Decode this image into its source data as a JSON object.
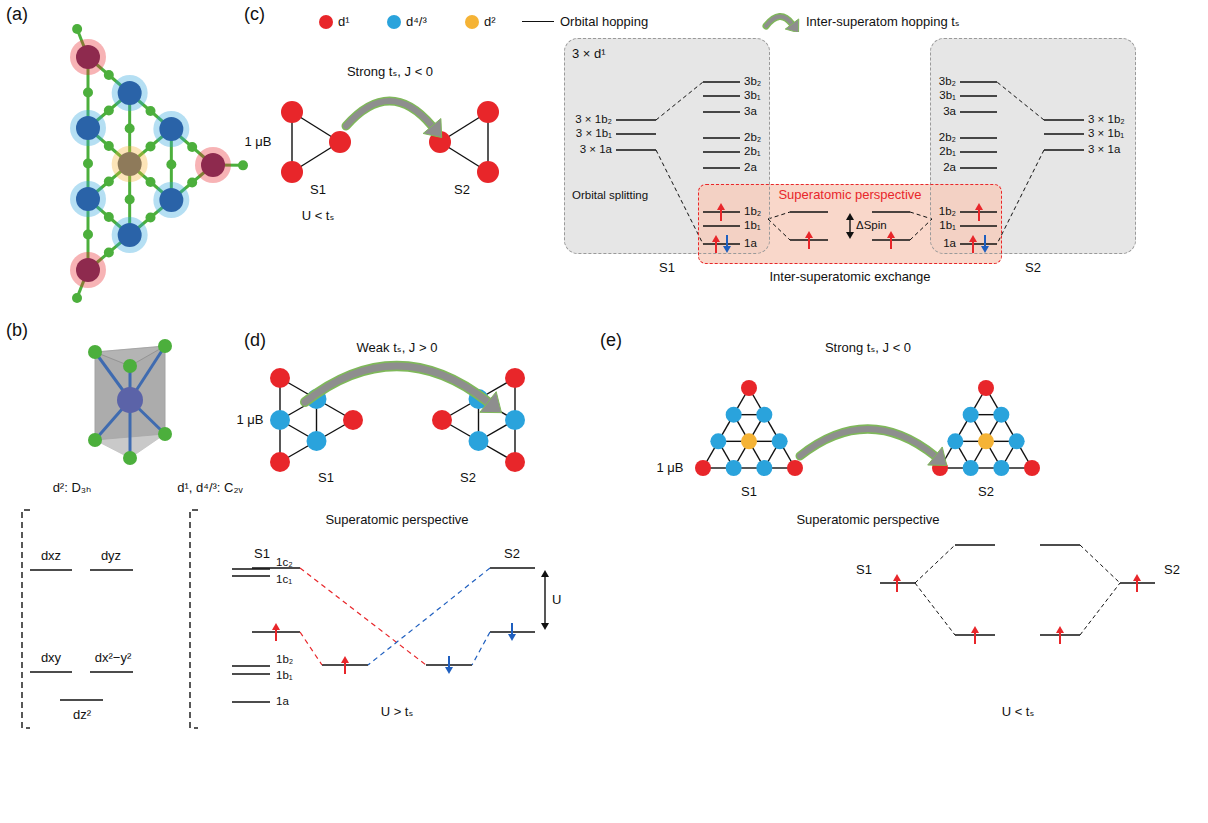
{
  "diagram": {
    "nodes": [
      {
        "text": [
          "3 × d¹",
          "3 × 1b₂",
          "3 × 1b₁",
          "3 × 1a",
          "Orbital splitting",
          "3b₂",
          "3b₁",
          "3a",
          "2b₂",
          "2b₁",
          "2a",
          "1b₂",
          "1b₁",
          "1a"
        ]
      },
      {
        "text": [
          "3b₂",
          "3b₁",
          "3a",
          "2b₂",
          "2b₁",
          "2a",
          "1b₂",
          "1b₁",
          "1a",
          "3 × 1b₂",
          "3 × 1b₁",
          "3 × 1a"
        ]
      },
      {
        "text": [
          "Superatomic perspective",
          "ΔSpin",
          "Inter-superatomic exchange"
        ]
      }
    ],
    "labels": [
      "(a)",
      "(b)",
      "d²: D₃ₕ",
      "d¹, d⁴/³: C₂ᵥ",
      "dxz",
      "dyz",
      "dxy",
      "dx²−y²",
      "dz²",
      "1c₂",
      "1c₁",
      "1b₂",
      "1b₁",
      "1a",
      "(c)",
      "Strong tₛ, J < 0",
      "1 μB",
      "S1",
      "S2",
      "U < tₛ",
      "S1",
      "S2",
      "(d)",
      "Weak tₛ, J > 0",
      "1 μB",
      "S1",
      "S2",
      "Superatomic perspective",
      "S1",
      "S2",
      "U",
      "U > tₛ",
      "(e)",
      "Strong tₛ, J < 0",
      "1 μB",
      "S1",
      "S2",
      "Superatomic perspective",
      "S1",
      "S2",
      "U < tₛ"
    ],
    "legend": [
      {
        "text": "d¹",
        "color": "#e8262a"
      },
      {
        "text": "d⁴/³",
        "color": "#2aa3dc"
      },
      {
        "text": "d²",
        "color": "#f5b335"
      },
      {
        "text": "Orbital hopping"
      },
      {
        "text": "Inter-superatom hopping tₛ"
      }
    ]
  }
}
